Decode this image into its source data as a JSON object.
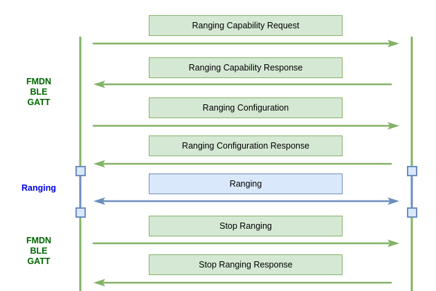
{
  "diagram": {
    "type": "sequence-diagram",
    "background": "#ffffff",
    "phases": [
      {
        "lines": [
          "FMDN",
          "BLE",
          "GATT"
        ],
        "color": "#006600"
      },
      {
        "lines": [
          "Ranging"
        ],
        "color": "#0000e6"
      },
      {
        "lines": [
          "FMDN",
          "BLE",
          "GATT"
        ],
        "color": "#006600"
      }
    ],
    "messages": [
      {
        "label": "Ranging Capability Request",
        "direction": "right",
        "scheme": "green"
      },
      {
        "label": "Ranging Capability Response",
        "direction": "left",
        "scheme": "green"
      },
      {
        "label": "Ranging Configuration",
        "direction": "right",
        "scheme": "green"
      },
      {
        "label": "Ranging Configuration Response",
        "direction": "left",
        "scheme": "green"
      },
      {
        "label": "Ranging",
        "direction": "both",
        "scheme": "blue"
      },
      {
        "label": "Stop Ranging",
        "direction": "right",
        "scheme": "green"
      },
      {
        "label": "Stop Ranging Response",
        "direction": "left",
        "scheme": "green"
      }
    ],
    "lifelines": {
      "count": 2,
      "color": "#82b366",
      "activation_color": "#6c8ebf"
    },
    "colors": {
      "green_line": "#82b366",
      "green_fill": "#d5e8d4",
      "blue_line": "#6c8ebf",
      "blue_fill": "#dae8fc",
      "phase_green_text": "#006600",
      "phase_blue_text": "#0000e6",
      "message_text": "#000000"
    }
  }
}
